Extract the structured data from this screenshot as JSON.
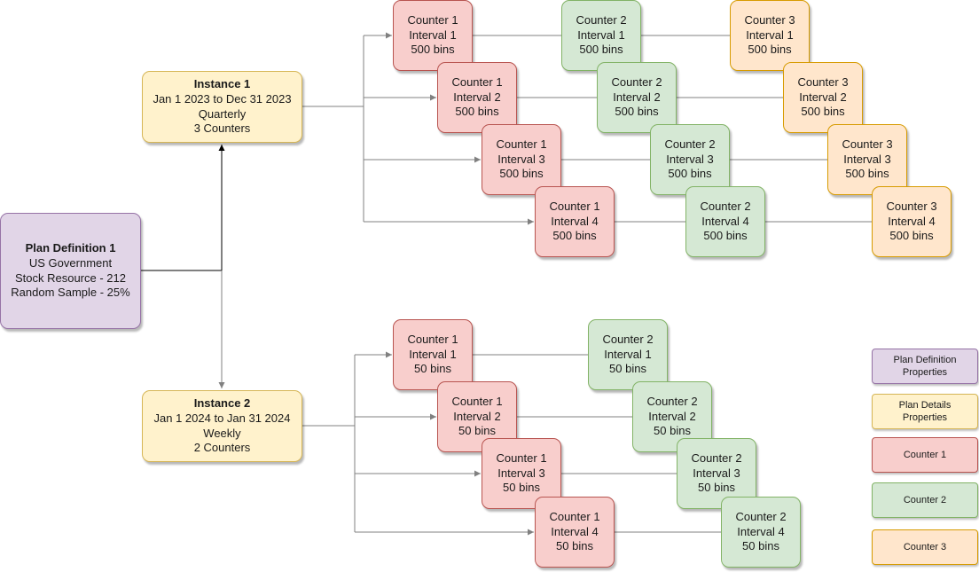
{
  "plan": {
    "title": "Plan Definition 1",
    "lines": [
      "US Government",
      "Stock Resource - 212",
      "Random Sample - 25%"
    ]
  },
  "instances": [
    {
      "title": "Instance 1",
      "lines": [
        "Jan 1 2023 to Dec 31 2023",
        "Quarterly",
        "3 Counters"
      ],
      "counters": [
        {
          "label": "Counter 1",
          "color": "red",
          "intervals": [
            [
              "Interval 1",
              "500 bins"
            ],
            [
              "Interval 2",
              "500 bins"
            ],
            [
              "Interval 3",
              "500 bins"
            ],
            [
              "Interval 4",
              "500 bins"
            ]
          ]
        },
        {
          "label": "Counter 2",
          "color": "green",
          "intervals": [
            [
              "Interval 1",
              "500 bins"
            ],
            [
              "Interval 2",
              "500 bins"
            ],
            [
              "Interval 3",
              "500 bins"
            ],
            [
              "Interval 4",
              "500 bins"
            ]
          ]
        },
        {
          "label": "Counter 3",
          "color": "orange",
          "intervals": [
            [
              "Interval 1",
              "500 bins"
            ],
            [
              "Interval 2",
              "500 bins"
            ],
            [
              "Interval 3",
              "500 bins"
            ],
            [
              "Interval 4",
              "500 bins"
            ]
          ]
        }
      ]
    },
    {
      "title": "Instance 2",
      "lines": [
        "Jan 1 2024 to Jan 31 2024",
        "Weekly",
        "2 Counters"
      ],
      "counters": [
        {
          "label": "Counter 1",
          "color": "red",
          "intervals": [
            [
              "Interval 1",
              "50 bins"
            ],
            [
              "Interval 2",
              "50 bins"
            ],
            [
              "Interval 3",
              "50 bins"
            ],
            [
              "Interval 4",
              "50 bins"
            ]
          ]
        },
        {
          "label": "Counter 2",
          "color": "green",
          "intervals": [
            [
              "Interval 1",
              "50 bins"
            ],
            [
              "Interval 2",
              "50 bins"
            ],
            [
              "Interval 3",
              "50 bins"
            ],
            [
              "Interval 4",
              "50 bins"
            ]
          ]
        }
      ]
    }
  ],
  "legend": [
    {
      "label": "Plan Definition Properties",
      "color": "purple"
    },
    {
      "label": "Plan Details Properties",
      "color": "yellow"
    },
    {
      "label": "Counter 1",
      "color": "red"
    },
    {
      "label": "Counter 2",
      "color": "green"
    },
    {
      "label": "Counter 3",
      "color": "orange"
    }
  ],
  "colors": {
    "purple_fill": "#e1d5e7",
    "purple_stroke": "#9673a6",
    "yellow_fill": "#fff2cc",
    "yellow_stroke": "#d6b656",
    "red_fill": "#f8cecc",
    "red_stroke": "#b85450",
    "green_fill": "#d5e8d4",
    "green_stroke": "#82b366",
    "orange_fill": "#ffe6cc",
    "orange_stroke": "#d79b00",
    "connector": "#808080",
    "connector_dark": "#000000"
  }
}
